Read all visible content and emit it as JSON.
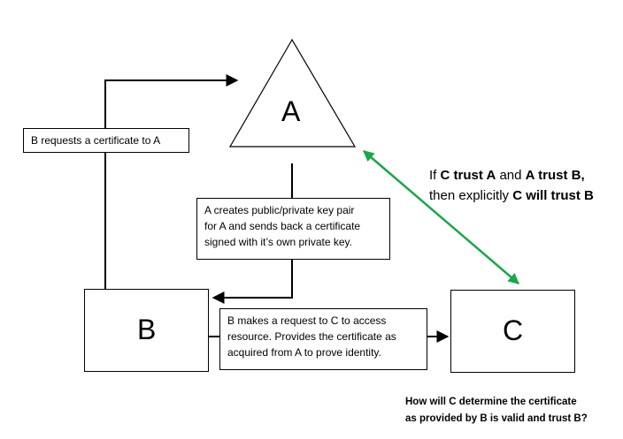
{
  "nodes": {
    "a_label": "A",
    "b_label": "B",
    "c_label": "C"
  },
  "notes": {
    "b_requests": "B requests a certificate to A",
    "a_creates": [
      "A creates public/private key pair",
      "for A and sends back a certificate",
      "signed with it’s own private key."
    ],
    "b_requests_c": [
      "B makes a request to C to access",
      "resource. Provides the certificate as",
      "acquired from A to prove identity."
    ]
  },
  "trust": {
    "line1": {
      "t1": "If ",
      "b1": "C trust A",
      "t2": " and ",
      "b2": "A trust B,"
    },
    "line2": {
      "t1": "then explicitly ",
      "b1": "C will trust B"
    }
  },
  "question": [
    "How will C determine the certificate",
    "as provided by B is valid and trust B?"
  ],
  "colors": {
    "trust_arrow": "#1aa64a",
    "lines": "#000000"
  }
}
